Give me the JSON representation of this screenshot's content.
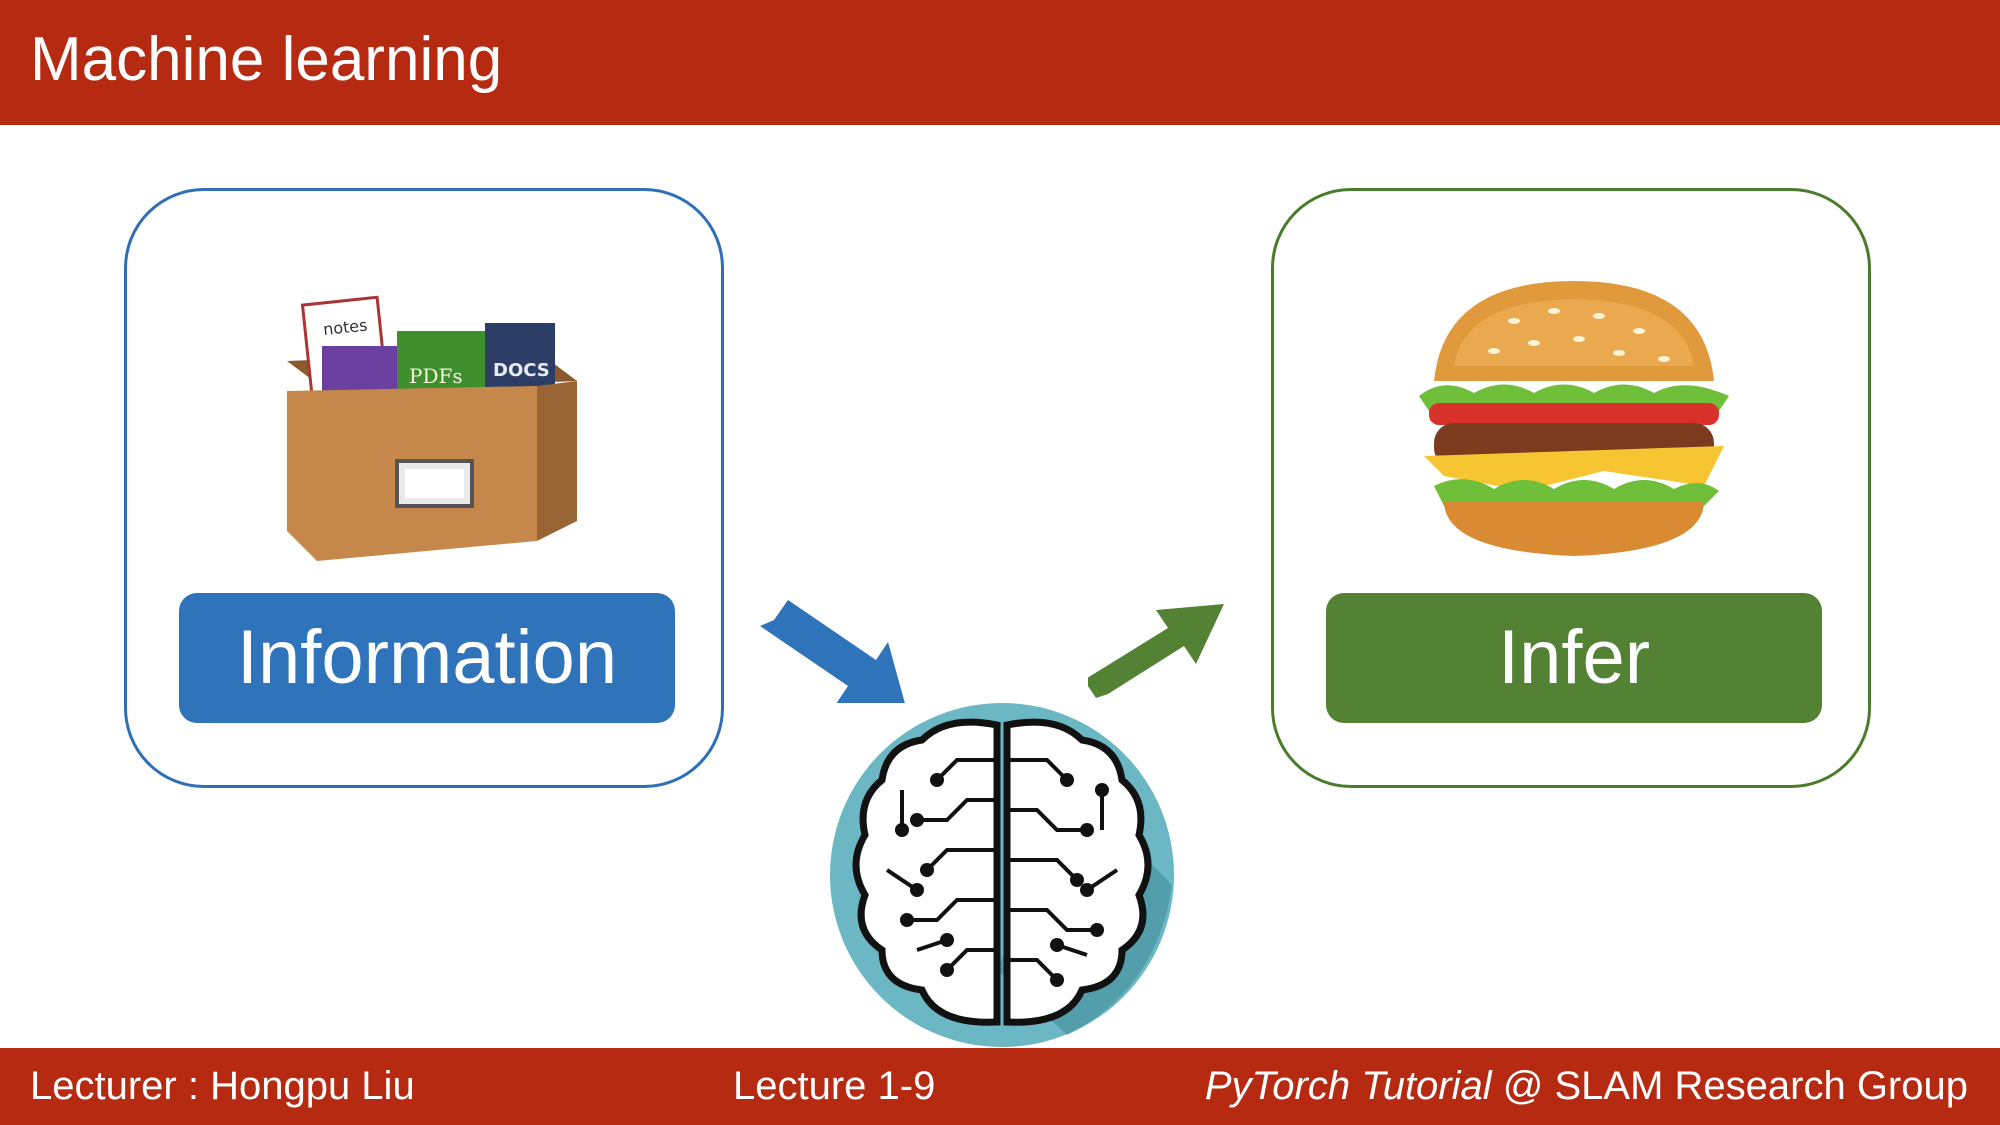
{
  "header": {
    "title": "Machine learning"
  },
  "cards": {
    "information": {
      "label": "Information",
      "icon": "file-box-icon",
      "box_text": [
        "notes",
        "PDFs",
        "DOCS"
      ]
    },
    "infer": {
      "label": "Infer",
      "icon": "burger-icon"
    }
  },
  "center": {
    "icon": "circuit-brain-icon"
  },
  "arrows": {
    "input": "arrow-down-right-icon",
    "output": "arrow-up-right-icon"
  },
  "footer": {
    "lecturer": "Lecturer : Hongpu Liu",
    "lecture": "Lecture 1-9",
    "course_italic": "PyTorch Tutorial",
    "group": " @ SLAM Research Group"
  },
  "colors": {
    "bar": "#b52a11",
    "blue": "#2f74bb",
    "green": "#548235",
    "brain_bg": "#6bb8c4"
  }
}
